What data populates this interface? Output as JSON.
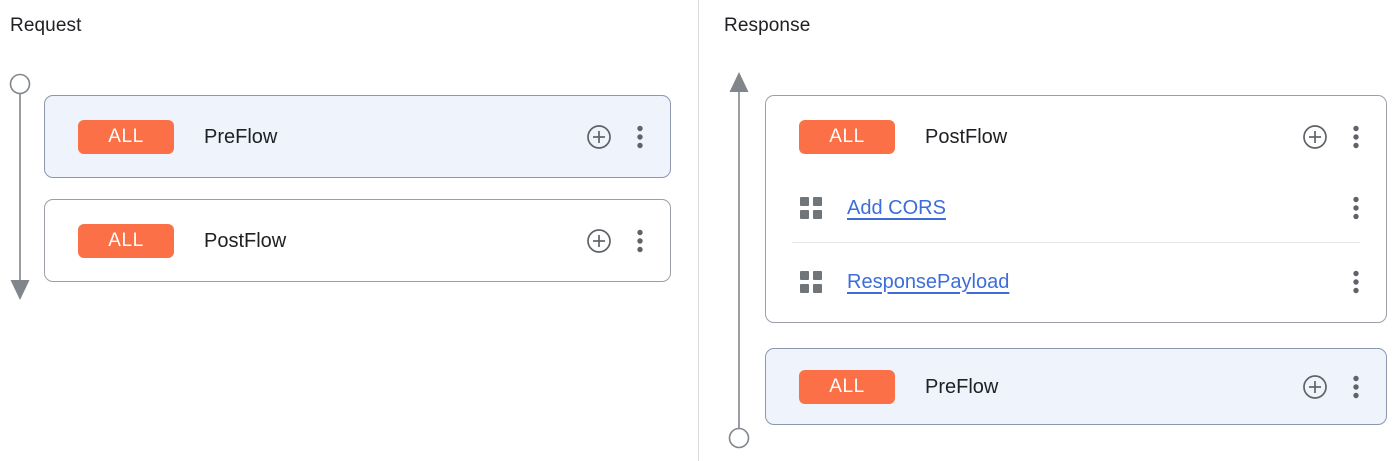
{
  "panels": [
    {
      "title": "Request",
      "direction": "down",
      "arrow_icon": "arrow-down-flow-icon",
      "start_node_icon": "flow-start-circle-icon",
      "end_node_icon": "flow-end-arrowhead-icon",
      "cards": [
        {
          "name": "preflow",
          "badge": "ALL",
          "label": "PreFlow",
          "selected": true,
          "add_icon": "circle-plus-icon",
          "menu_icon": "kebab-menu-icon",
          "policies": []
        },
        {
          "name": "postflow",
          "badge": "ALL",
          "label": "PostFlow",
          "selected": false,
          "add_icon": "circle-plus-icon",
          "menu_icon": "kebab-menu-icon",
          "policies": []
        }
      ]
    },
    {
      "title": "Response",
      "direction": "up",
      "arrow_icon": "arrow-up-flow-icon",
      "start_node_icon": "flow-start-circle-icon",
      "end_node_icon": "flow-end-arrowhead-icon",
      "cards": [
        {
          "name": "postflow",
          "badge": "ALL",
          "label": "PostFlow",
          "selected": false,
          "add_icon": "circle-plus-icon",
          "menu_icon": "kebab-menu-icon",
          "policies": [
            {
              "icon": "policy-grid-icon",
              "label": "Add CORS",
              "menu_icon": "kebab-menu-icon"
            },
            {
              "icon": "policy-grid-icon",
              "label": "ResponsePayload",
              "menu_icon": "kebab-menu-icon"
            }
          ]
        },
        {
          "name": "preflow",
          "badge": "ALL",
          "label": "PreFlow",
          "selected": true,
          "add_icon": "circle-plus-icon",
          "menu_icon": "kebab-menu-icon",
          "policies": []
        }
      ]
    }
  ],
  "colors": {
    "badge_orange": "#fb7046",
    "link_blue": "#3c6ddb",
    "selected_card_bg": "#eef3fc",
    "card_border": "#9aa0a6",
    "arrow_gray": "#80868b",
    "divider": "#dadce0",
    "text_primary": "#202124",
    "icon_gray": "#5f6368",
    "policy_icon_gray": "#70757a"
  }
}
